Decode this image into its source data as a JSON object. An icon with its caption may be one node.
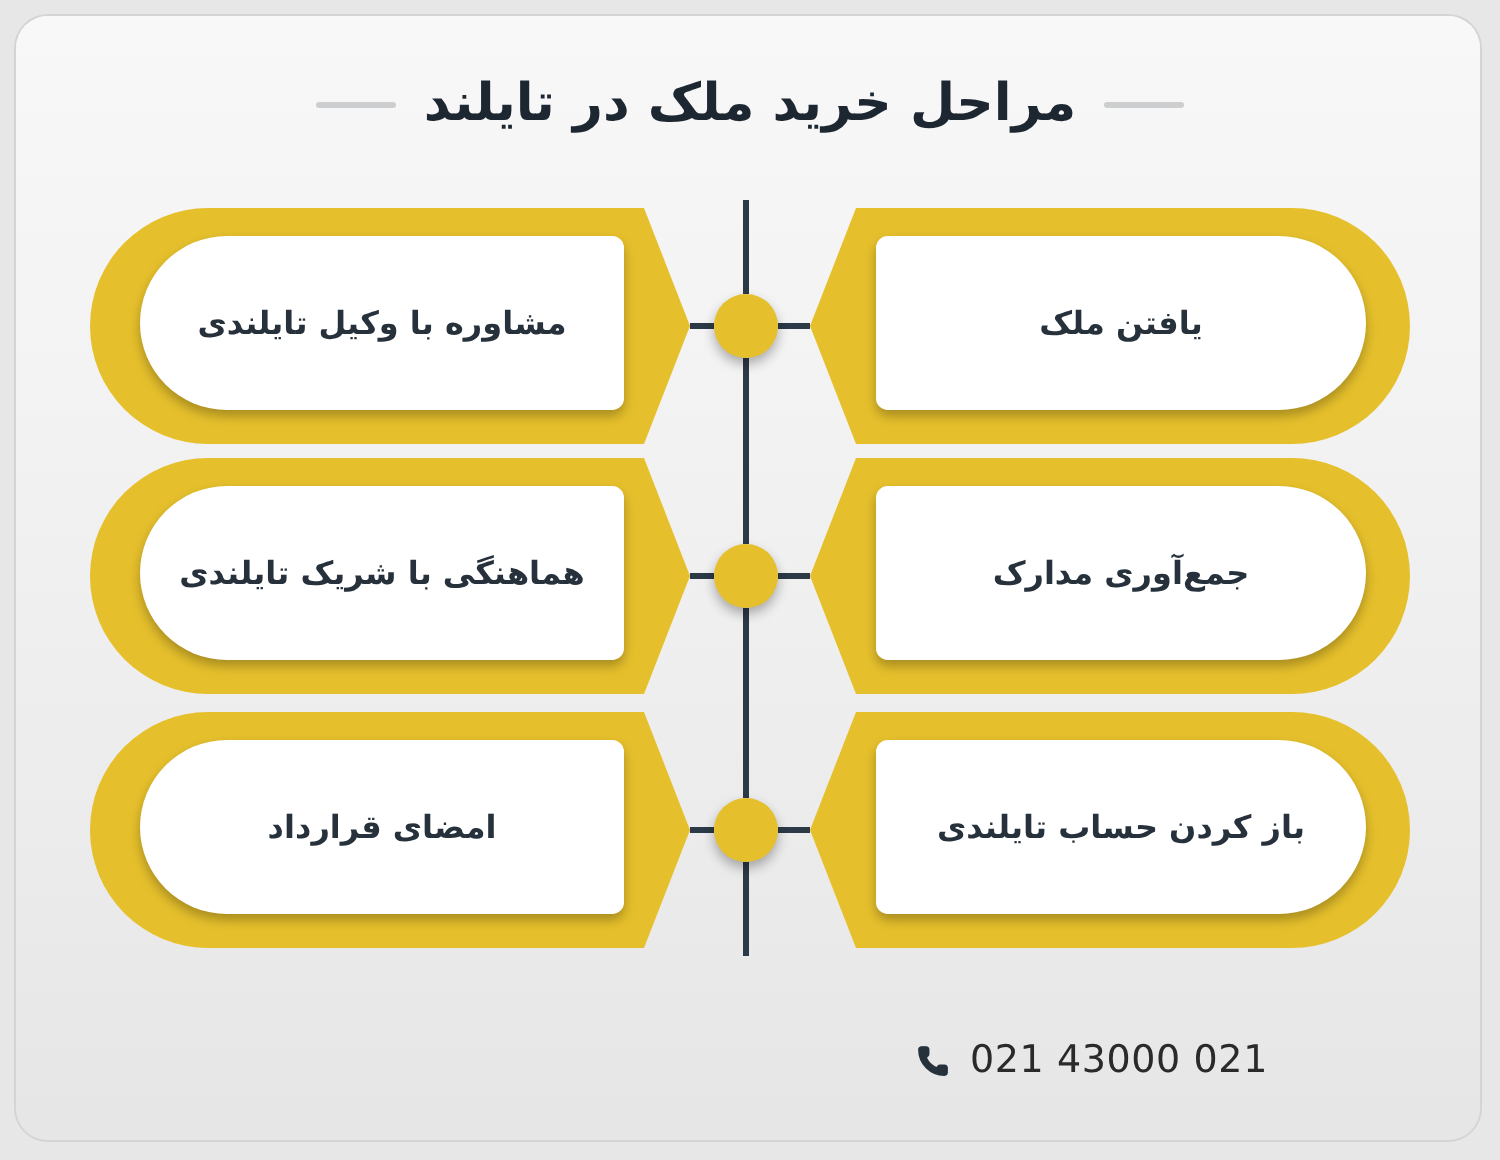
{
  "diagram": {
    "title": "مراحل خرید ملک در تایلند",
    "nodes": [
      {
        "text": [
          "یافتن ملک"
        ]
      },
      {
        "text": [
          "مشاوره با وکیل تایلندی"
        ]
      },
      {
        "text": [
          "جمع‌آوری مدارک"
        ]
      },
      {
        "text": [
          "هماهنگی با شریک تایلندی"
        ]
      },
      {
        "text": [
          "باز کردن حساب تایلندی"
        ]
      },
      {
        "text": [
          "امضای قرارداد"
        ]
      },
      {
        "text": [],
        "shape": "circle"
      },
      {
        "text": [],
        "shape": "circle"
      },
      {
        "text": [],
        "shape": "circle"
      }
    ],
    "edges": [
      {
        "from": null,
        "to": 6,
        "arrow": "none"
      },
      {
        "from": 6,
        "to": 0,
        "arrow": "none"
      },
      {
        "from": 6,
        "to": 1,
        "arrow": "none"
      },
      {
        "from": 6,
        "to": 7,
        "arrow": "none"
      },
      {
        "from": 7,
        "to": 2,
        "arrow": "none"
      },
      {
        "from": 7,
        "to": 3,
        "arrow": "none"
      },
      {
        "from": 7,
        "to": 8,
        "arrow": "none"
      },
      {
        "from": 8,
        "to": 4,
        "arrow": "none"
      },
      {
        "from": 8,
        "to": 5,
        "arrow": "none"
      },
      {
        "from": 8,
        "to": null,
        "arrow": "none"
      }
    ],
    "labels": [
      "021 43000 021"
    ]
  }
}
